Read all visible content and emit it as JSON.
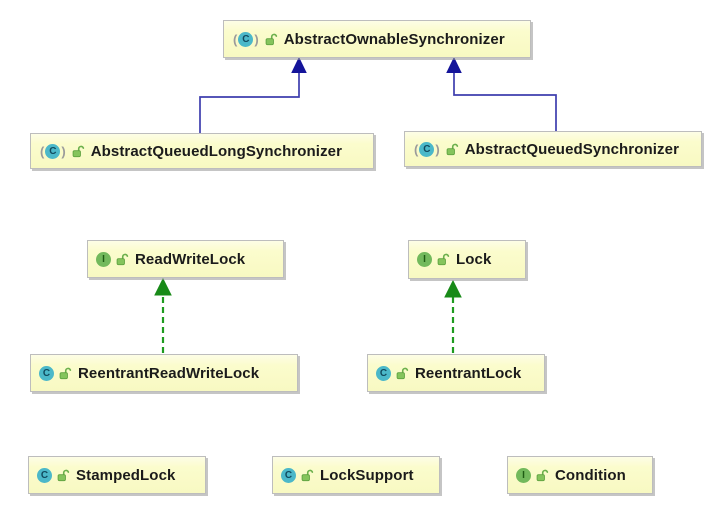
{
  "glyphs": {
    "class_letter": "C",
    "interface_letter": "I",
    "paren_open": "(",
    "paren_close": ")"
  },
  "colors": {
    "node_fill": "#fbfccd",
    "node_border": "#bdbdbd",
    "extends_line": "#3e3eae",
    "extends_arrowhead": "#14149a",
    "implements_line": "#1f9b1f",
    "implements_arrowhead": "#188a18",
    "class_badge": "#4bb8c9",
    "interface_badge": "#72b95c",
    "lock_icon_green": "#7dbd55"
  },
  "nodes": [
    {
      "label": "AbstractOwnableSynchronizer",
      "kind": "abstract-class"
    },
    {
      "label": "AbstractQueuedLongSynchronizer",
      "kind": "abstract-class"
    },
    {
      "label": "AbstractQueuedSynchronizer",
      "kind": "abstract-class"
    },
    {
      "label": "ReadWriteLock",
      "kind": "interface"
    },
    {
      "label": "Lock",
      "kind": "interface"
    },
    {
      "label": "ReentrantReadWriteLock",
      "kind": "class"
    },
    {
      "label": "ReentrantLock",
      "kind": "class"
    },
    {
      "label": "StampedLock",
      "kind": "class"
    },
    {
      "label": "LockSupport",
      "kind": "class"
    },
    {
      "label": "Condition",
      "kind": "interface"
    }
  ],
  "edges": [
    {
      "from": "AbstractQueuedLongSynchronizer",
      "to": "AbstractOwnableSynchronizer",
      "type": "extends"
    },
    {
      "from": "AbstractQueuedSynchronizer",
      "to": "AbstractOwnableSynchronizer",
      "type": "extends"
    },
    {
      "from": "ReentrantReadWriteLock",
      "to": "ReadWriteLock",
      "type": "implements"
    },
    {
      "from": "ReentrantLock",
      "to": "Lock",
      "type": "implements"
    }
  ]
}
